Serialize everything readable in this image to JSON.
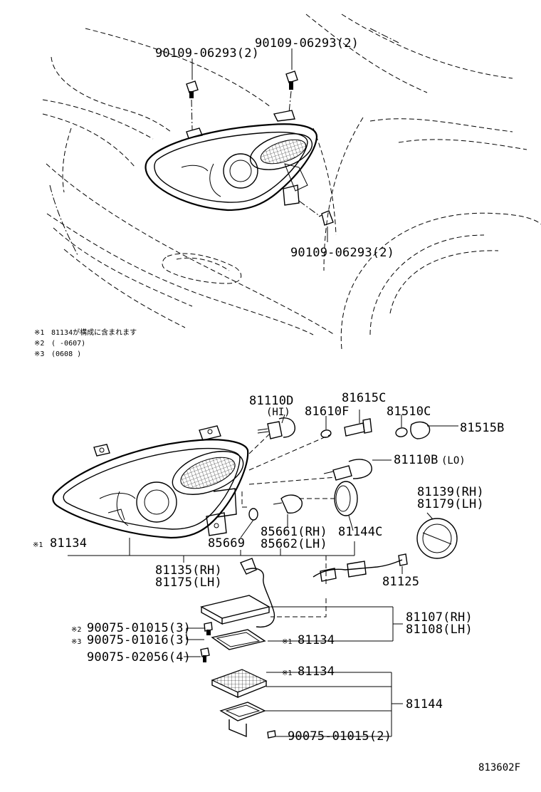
{
  "diagram_id": "813602F",
  "notes": [
    {
      "mark": "※1",
      "text": "81134が構成に含まれます"
    },
    {
      "mark": "※2",
      "text": "(        -0607)"
    },
    {
      "mark": "※3",
      "text": "(0608         )"
    }
  ],
  "top_section": {
    "bolt_label_left": "90109-06293(2)",
    "bolt_label_right": "90109-06293(2)",
    "bolt_label_bottom": "90109-06293(2)"
  },
  "parts": {
    "p81110D": "81110D",
    "p81110D_sub": "(HI)",
    "p81610F": "81610F",
    "p81615C": "81615C",
    "p81510C": "81510C",
    "p81515B": "81515B",
    "p81110B": "81110B",
    "p81110B_sub": "(LO)",
    "p81139": "81139(RH)",
    "p81179": "81179(LH)",
    "p81134_main_mark": "※1",
    "p81134_main": "81134",
    "p85669": "85669",
    "p85661": "85661(RH)",
    "p85662": "85662(LH)",
    "p81144C": "81144C",
    "p81135": "81135(RH)",
    "p81175": "81175(LH)",
    "p81125": "81125",
    "p81107": "81107(RH)",
    "p81108": "81108(LH)",
    "p90075_a_mark": "※2",
    "p90075_a": "90075-01015(3)",
    "p90075_b_mark": "※3",
    "p90075_b": "90075-01016(3)",
    "p81134_b_mark": "※1",
    "p81134_b": "81134",
    "p90075_c": "90075-02056(4)",
    "p81134_c_mark": "※1",
    "p81134_c": "81134",
    "p81144": "81144",
    "p90075_d": "90075-01015(2)"
  }
}
